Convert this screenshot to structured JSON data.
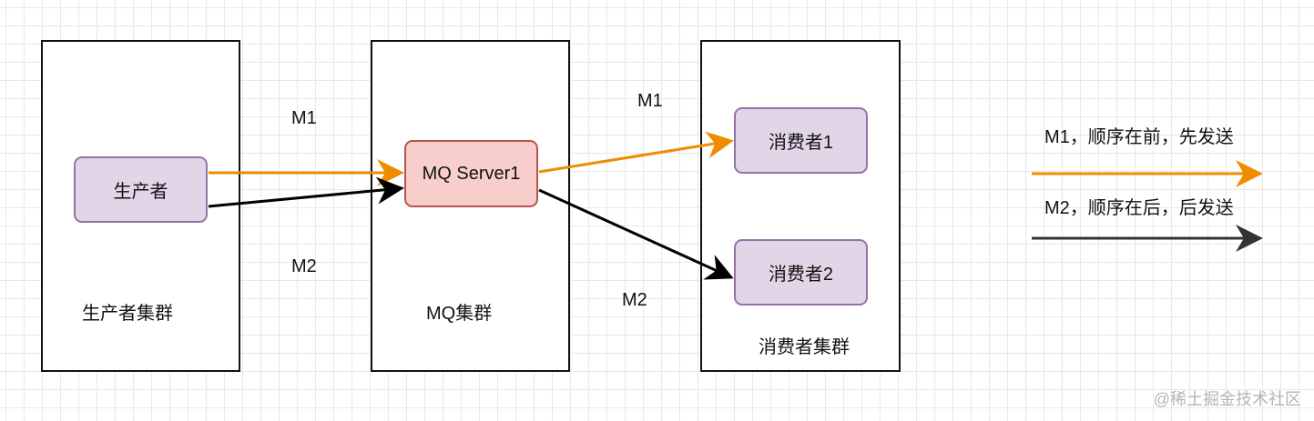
{
  "colors": {
    "node_purple_fill": "#e1d5e7",
    "node_purple_border": "#9673a6",
    "node_red_fill": "#f8cecc",
    "node_red_border": "#b85450",
    "arrow_orange": "#f08c00",
    "arrow_black": "#000000"
  },
  "clusters": {
    "producer": {
      "label": "生产者集群"
    },
    "mq": {
      "label": "MQ集群"
    },
    "consumer": {
      "label": "消费者集群"
    }
  },
  "nodes": {
    "producer": "生产者",
    "mq_server": "MQ Server1",
    "consumer1": "消费者1",
    "consumer2": "消费者2"
  },
  "edge_labels": {
    "producer_m1": "M1",
    "producer_m2": "M2",
    "mq_m1": "M1",
    "mq_m2": "M2"
  },
  "legend": {
    "m1": "M1，顺序在前，先发送",
    "m2": "M2，顺序在后，后发送"
  },
  "watermark": "@稀土掘金技术社区"
}
